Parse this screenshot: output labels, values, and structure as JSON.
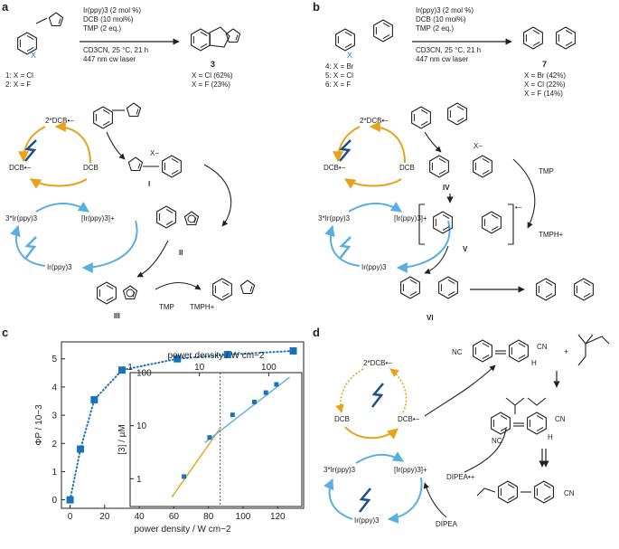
{
  "panels": {
    "a": "a",
    "b": "b",
    "c": "c",
    "d": "d"
  },
  "colors": {
    "orange": "#e8a21a",
    "light_blue": "#5aaee0",
    "dark_blue": "#1c4f8a",
    "marker": "#1a73b8",
    "dotted": "#1a73b8"
  },
  "panel_a": {
    "conditions": [
      "Ir(ppy)3 (2 mol %)",
      "DCB (10 mol%)",
      "TMP (2 eq.)",
      "CD3CN, 25 °C, 21 h",
      "447 nm cw laser"
    ],
    "reactant_labels": [
      "1: X = Cl",
      "2: X = F"
    ],
    "reactant_x": "X",
    "product_number": "3",
    "product_yields": [
      "X = Cl (62%)",
      "X = F (23%)"
    ],
    "cycle_labels": {
      "excited_dcb": "2*DCB•−",
      "dcb_anion": "DCB•−",
      "dcb": "DCB",
      "excited_ir": "3*Ir(ppy)3",
      "ir_plus": "[Ir(ppy)3]+",
      "ir": "Ir(ppy)3",
      "tmp": "TMP",
      "tmph": "TMPH+"
    },
    "intermediates": [
      "I",
      "II",
      "III"
    ],
    "x_minus": "X−"
  },
  "panel_b": {
    "conditions": [
      "Ir(ppy)3 (2 mol %)",
      "DCB (10 mol%)",
      "TMP (2 eq.)",
      "CD3CN, 25 °C, 21 h",
      "447 nm cw laser"
    ],
    "reactant_labels": [
      "4: X = Br",
      "5: X = Cl",
      "6: X = F"
    ],
    "product_number": "7",
    "product_yields": [
      "X = Br (42%)",
      "X = Cl (22%)",
      "X = F (14%)"
    ],
    "cycle_labels": {
      "excited_dcb": "2*DCB•−",
      "dcb_anion": "DCB•−",
      "dcb": "DCB",
      "excited_ir": "3*Ir(ppy)3",
      "ir_plus": "[Ir(ppy)3]+",
      "ir": "Ir(ppy)3",
      "tmp": "TMP",
      "tmph": "TMPH+"
    },
    "intermediates": [
      "IV",
      "V",
      "VI"
    ],
    "x_minus": "X−",
    "radical_anion": "•−"
  },
  "panel_d": {
    "cycle_labels": {
      "excited_dcb": "2*DCB•−",
      "dcb": "DCB",
      "dcb_anion": "DCB•−",
      "excited_ir": "3*Ir(ppy)3",
      "ir_plus": "[Ir(ppy)3]+",
      "ir": "Ir(ppy)3",
      "dipea": "DIPEA",
      "dipea_cation": "DIPEA•+"
    },
    "nc": "NC",
    "cn": "CN",
    "h": "H",
    "plus": "+"
  },
  "chart_data": {
    "type": "scatter",
    "xlabel": "power density / W cm−2",
    "ylabel": "ΦP / 10−3",
    "xlim": [
      -5,
      135
    ],
    "ylim": [
      -0.3,
      5.6
    ],
    "x_ticks": [
      0,
      20,
      40,
      60,
      80,
      100,
      120
    ],
    "y_ticks": [
      0,
      1,
      2,
      3,
      4,
      5
    ],
    "series": [
      {
        "x": [
          0,
          6,
          14,
          30,
          62,
          91,
          129
        ],
        "y": [
          0.0,
          1.8,
          3.55,
          4.6,
          5.0,
          5.15,
          5.28
        ]
      }
    ],
    "inset": {
      "type": "scatter",
      "xlabel": "power density / W cm−2",
      "ylabel": "[3] / µM",
      "xscale": "log",
      "yscale": "log",
      "xlim": [
        1,
        300
      ],
      "ylim": [
        0.3,
        100
      ],
      "x_ticks": [
        1,
        10,
        100
      ],
      "y_ticks": [
        1,
        10,
        100
      ],
      "x_tick_labels": [
        "1",
        "10",
        "100"
      ],
      "y_tick_labels": [
        "1",
        "10",
        "100"
      ],
      "series": [
        {
          "x": [
            6,
            14,
            30,
            62,
            91,
            129
          ],
          "y": [
            1.1,
            6.0,
            16,
            28,
            42,
            60
          ]
        }
      ],
      "threshold_x": 20
    }
  }
}
